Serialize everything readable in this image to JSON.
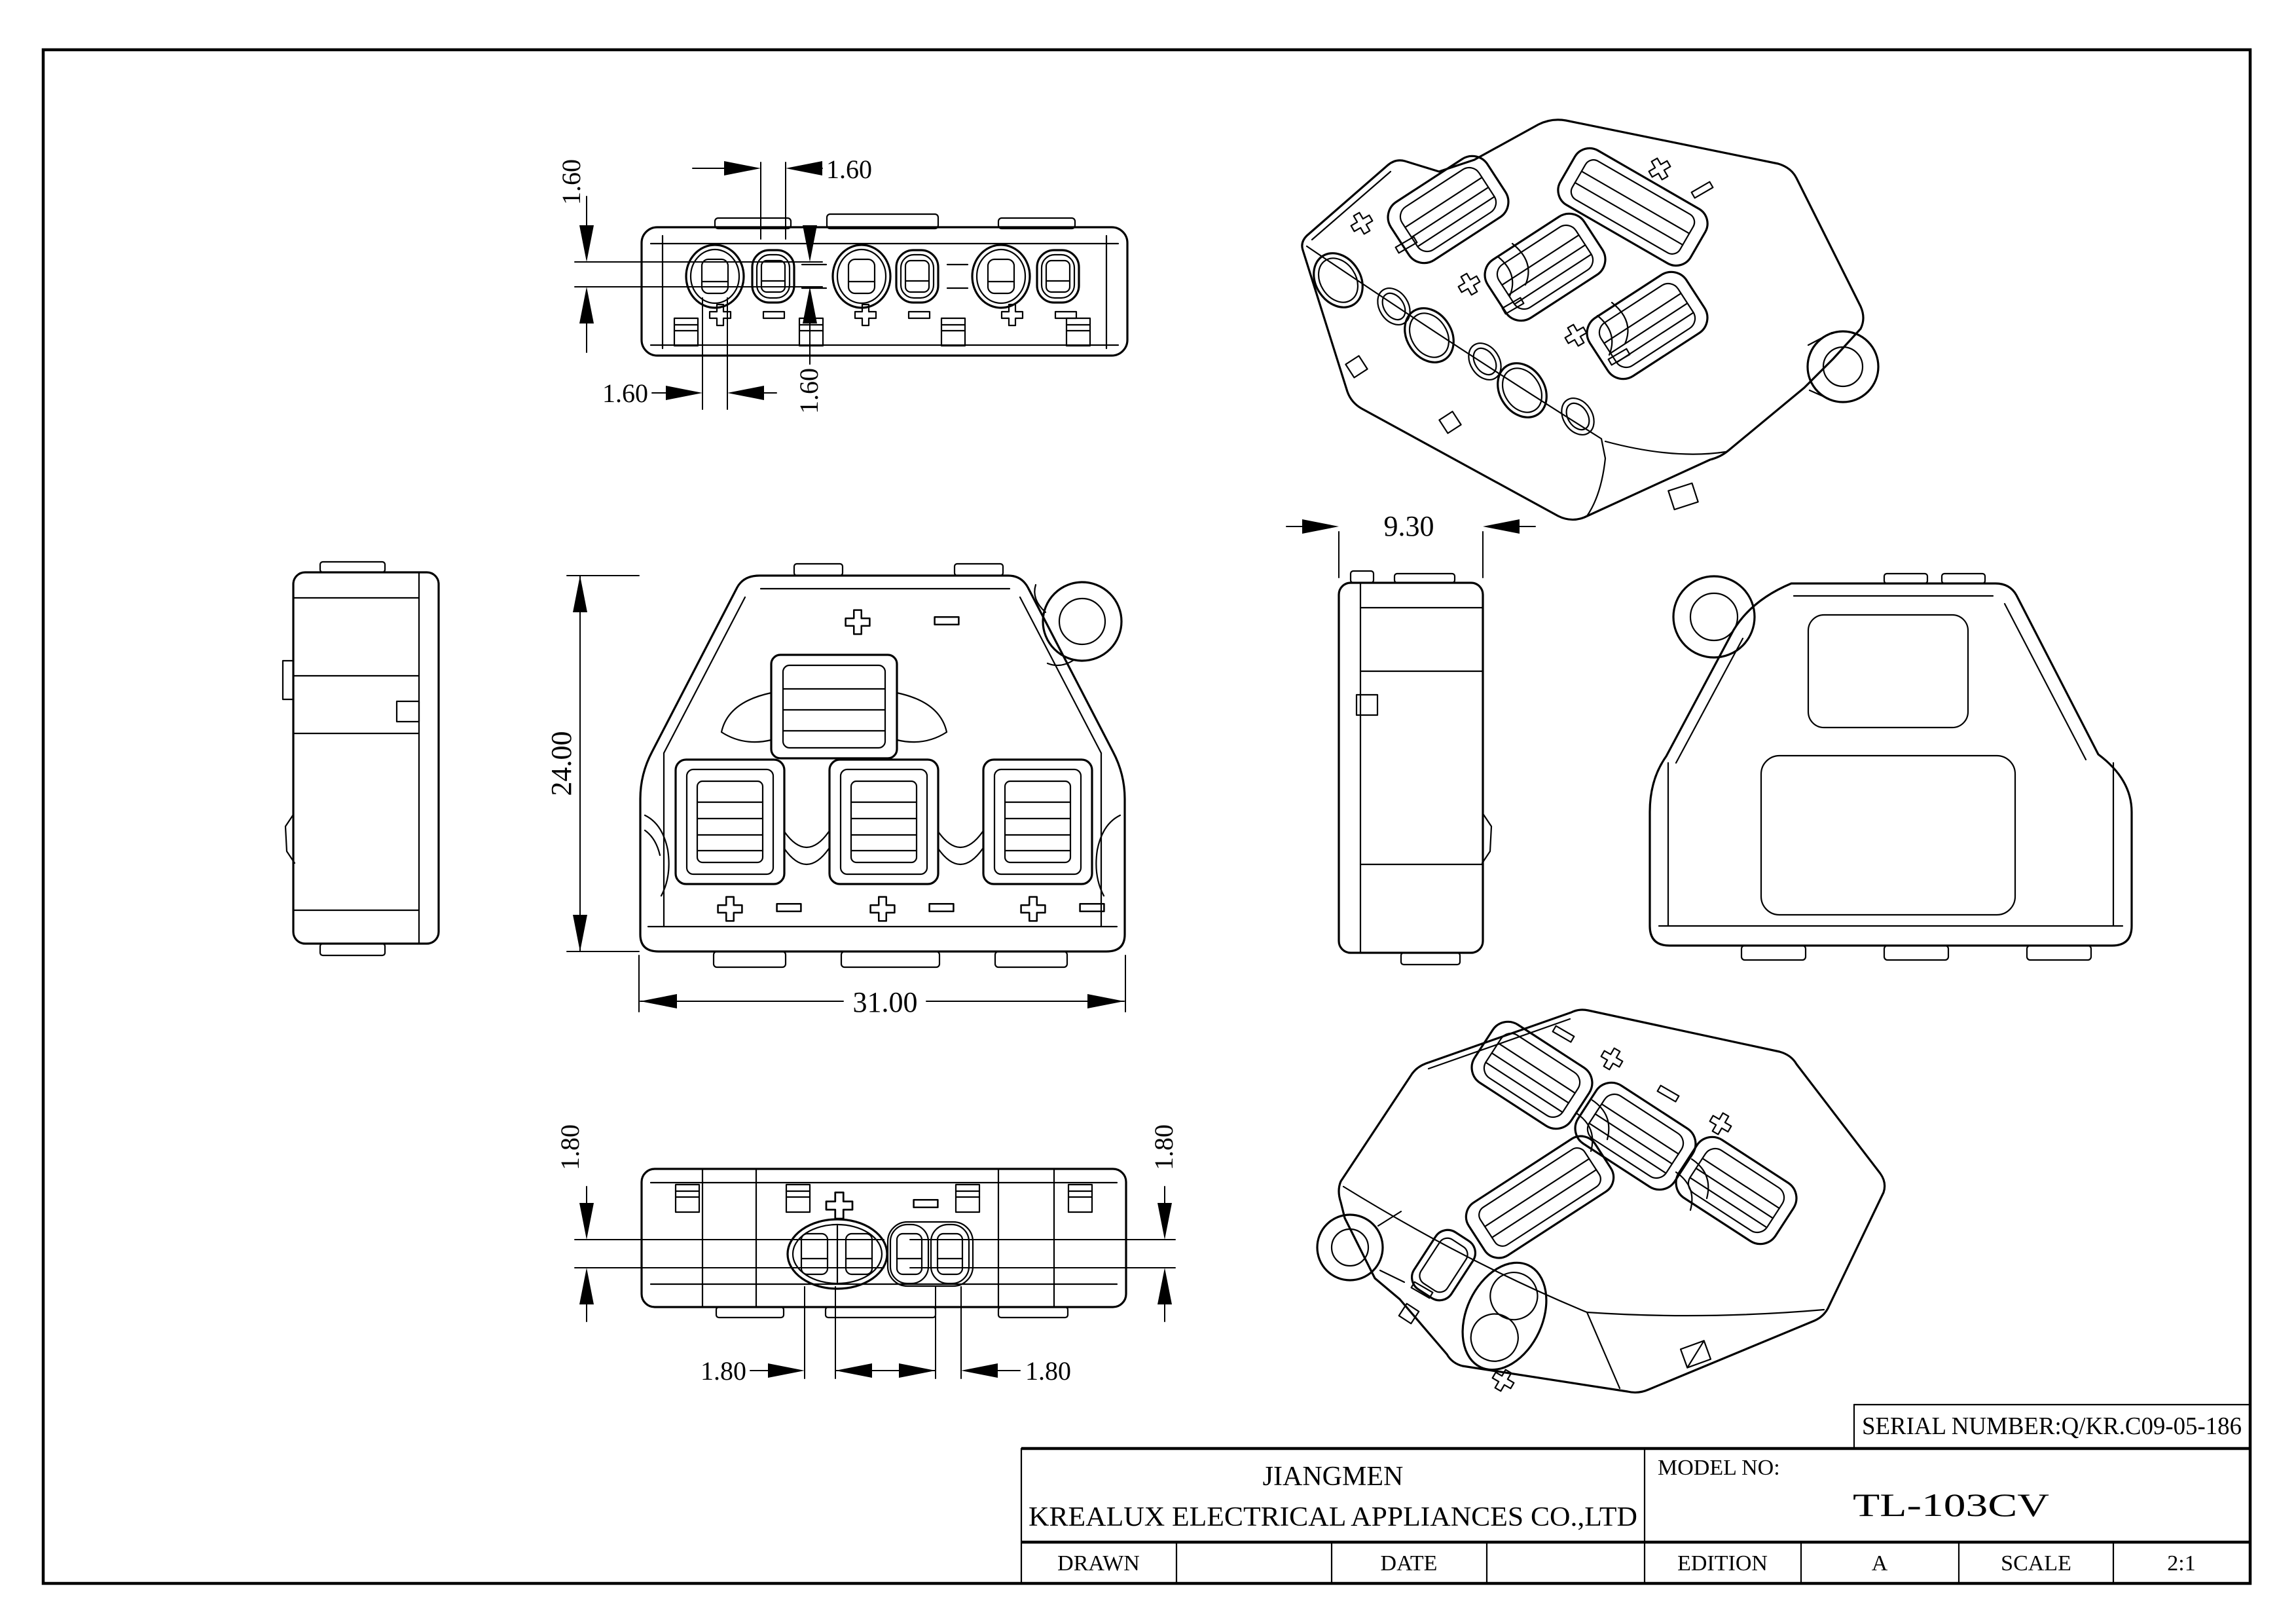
{
  "dimensions": {
    "top_view": {
      "horizontal_top": "1.60",
      "vertical_left": "1.60",
      "horizontal_bottom": "1.60",
      "vertical_middle": "1.60"
    },
    "front_view": {
      "height": "24.00",
      "width": "31.00"
    },
    "side_view": {
      "depth": "9.30"
    },
    "bottom_view": {
      "vertical_left": "1.80",
      "vertical_right": "1.80",
      "horizontal_left": "1.80",
      "horizontal_right": "1.80"
    }
  },
  "title_block": {
    "serial_number": "SERIAL NUMBER:Q/KR.C09-05-186",
    "company_line1": "JIANGMEN",
    "company_line2": "KREALUX ELECTRICAL APPLIANCES CO.,LTD",
    "model_label": "MODEL NO:",
    "model_value": "TL-103CV",
    "drawn_label": "DRAWN",
    "date_label": "DATE",
    "edition_label": "EDITION",
    "edition_value": "A",
    "scale_label": "SCALE",
    "scale_value": "2:1"
  }
}
